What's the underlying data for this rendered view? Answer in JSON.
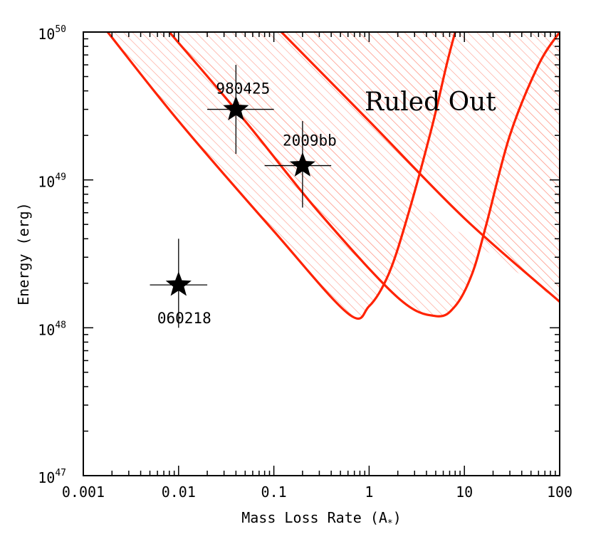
{
  "chart_data": {
    "type": "scatter",
    "title": "",
    "xlabel": "Mass Loss Rate (A",
    "xlabel_sub": "*",
    "xlabel_close": ")",
    "ylabel": "Energy (erg)",
    "xscale": "log",
    "yscale": "log",
    "xlim": [
      0.001,
      100
    ],
    "ylim": [
      1e+47,
      1e+50
    ],
    "x_ticks": [
      {
        "value": 0.001,
        "label": "0.001"
      },
      {
        "value": 0.01,
        "label": "0.01"
      },
      {
        "value": 0.1,
        "label": "0.1"
      },
      {
        "value": 1,
        "label": "1"
      },
      {
        "value": 10,
        "label": "10"
      },
      {
        "value": 100,
        "label": "100"
      }
    ],
    "y_ticks": [
      {
        "value": 1e+47,
        "base": "10",
        "exp": "47"
      },
      {
        "value": 1e+48,
        "base": "10",
        "exp": "48"
      },
      {
        "value": 1e+49,
        "base": "10",
        "exp": "49"
      },
      {
        "value": 1e+50,
        "base": "10",
        "exp": "50"
      }
    ],
    "points": [
      {
        "name": "980425",
        "x": 0.04,
        "y": 3e+49,
        "xerr": [
          0.02,
          0.1
        ],
        "yerr": [
          1.5e+49,
          6e+49
        ]
      },
      {
        "name": "2009bb",
        "x": 0.2,
        "y": 1.25e+49,
        "xerr": [
          0.08,
          0.4
        ],
        "yerr": [
          6.5e+48,
          2.5e+49
        ]
      },
      {
        "name": "060218",
        "x": 0.01,
        "y": 1.95e+48,
        "xerr": [
          0.005,
          0.02
        ],
        "yerr": [
          1e+48,
          4e+48
        ]
      }
    ],
    "region_label": "Ruled Out",
    "region_color": "#ff2200",
    "hatch_color": "#ff9a8a",
    "curves": [
      {
        "name": "boundary-1",
        "points": [
          [
            0.0018,
            1e+50
          ],
          [
            0.01,
            2.5e+49
          ],
          [
            0.1,
            4.5e+48
          ],
          [
            0.6,
            1.25e+48
          ],
          [
            1.0,
            1.4e+48
          ],
          [
            1.6,
            2.3e+48
          ],
          [
            2.5,
            5.5e+48
          ],
          [
            4.5,
            2.2e+49
          ],
          [
            6.5,
            6e+49
          ],
          [
            8.0,
            1e+50
          ]
        ]
      },
      {
        "name": "boundary-2",
        "points": [
          [
            0.008,
            1e+50
          ],
          [
            0.05,
            2.5e+49
          ],
          [
            0.3,
            6e+48
          ],
          [
            2.0,
            1.6e+48
          ],
          [
            5.0,
            1.2e+48
          ],
          [
            8.0,
            1.4e+48
          ],
          [
            12.0,
            2.3e+48
          ],
          [
            17.0,
            5e+48
          ],
          [
            30.0,
            2e+49
          ],
          [
            60.0,
            6e+49
          ],
          [
            100.0,
            1e+50
          ]
        ]
      },
      {
        "name": "boundary-3",
        "points": [
          [
            0.12,
            1e+50
          ],
          [
            1.0,
            2.5e+49
          ],
          [
            10.0,
            5.5e+48
          ],
          [
            100.0,
            1.5e+48
          ]
        ]
      }
    ]
  }
}
